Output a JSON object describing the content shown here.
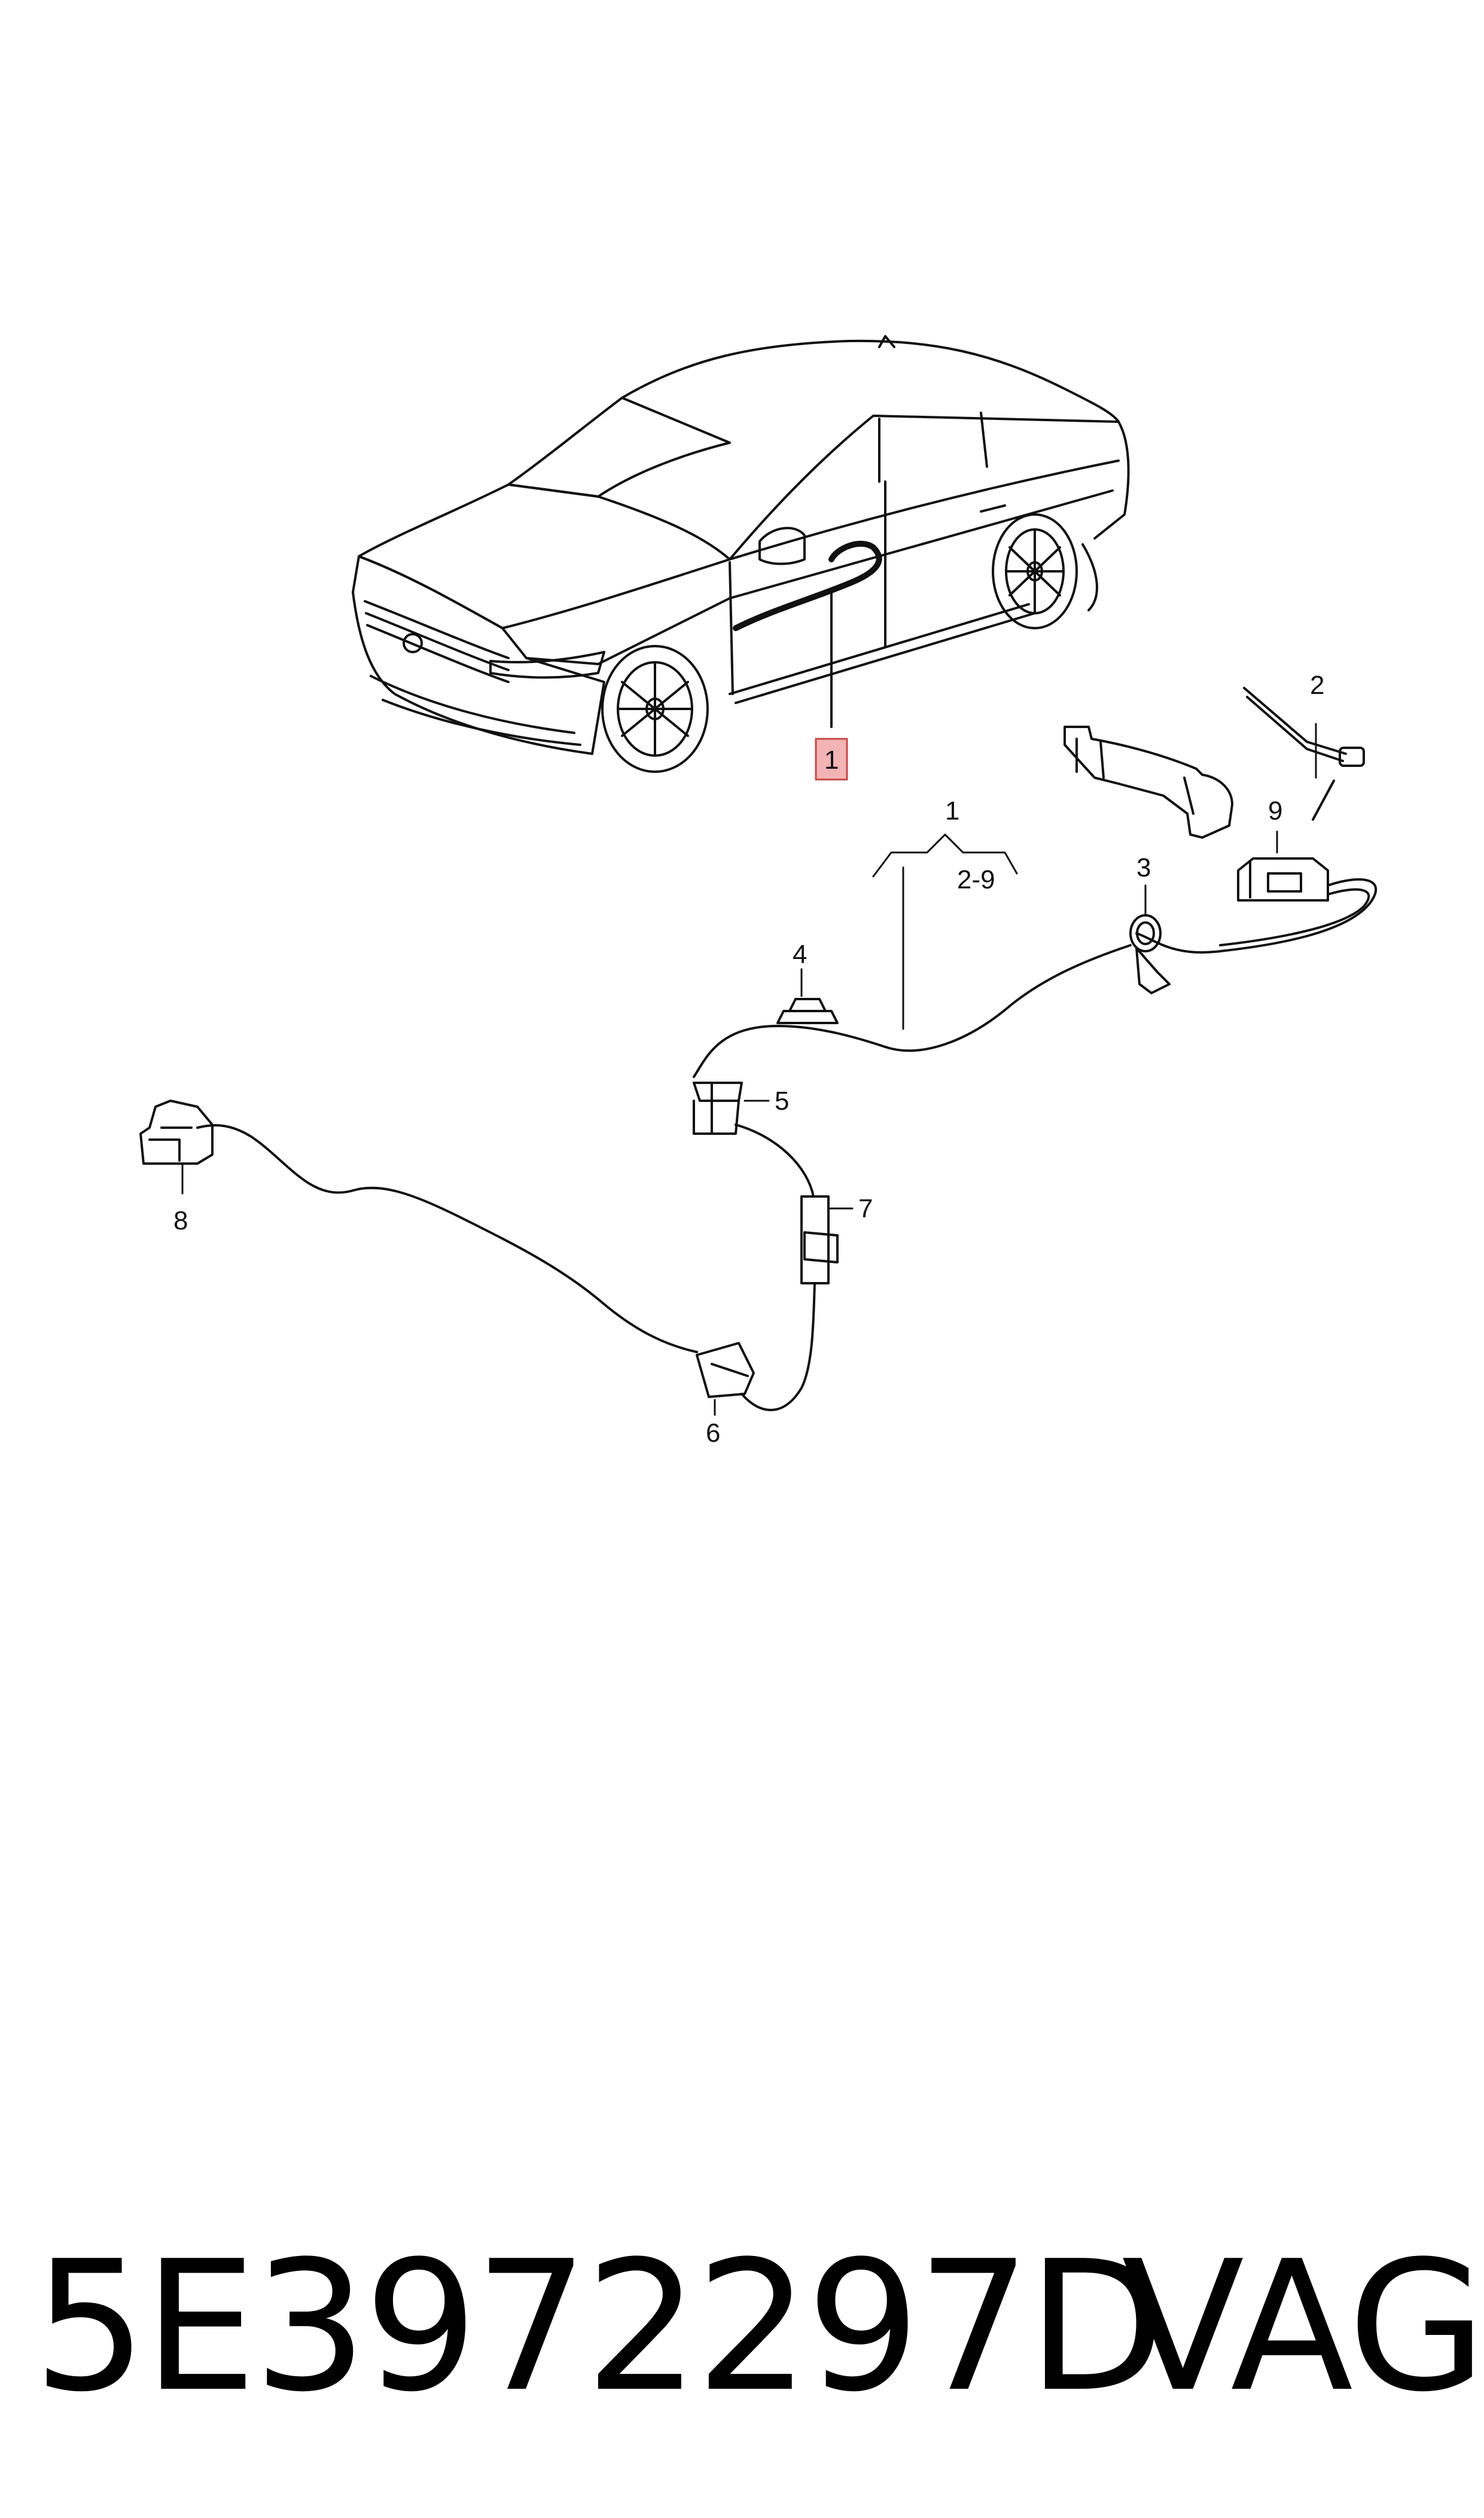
{
  "callouts": {
    "car_ref": "1",
    "c1": "1",
    "c1_range": "2-9",
    "c2": "2",
    "c3": "3",
    "c4": "4",
    "c5": "5",
    "c6": "6",
    "c7": "7",
    "c8": "8",
    "c9": "9"
  },
  "footer": {
    "part_number": "5E3972297D",
    "brand": "VAG"
  },
  "colors": {
    "highlight_box": "#f2b4b4",
    "line": "#111111"
  },
  "icons": [
    "car-sedan-illustration",
    "door-handle",
    "wiring-harness",
    "connector",
    "grommet",
    "cable-tie",
    "clip"
  ]
}
